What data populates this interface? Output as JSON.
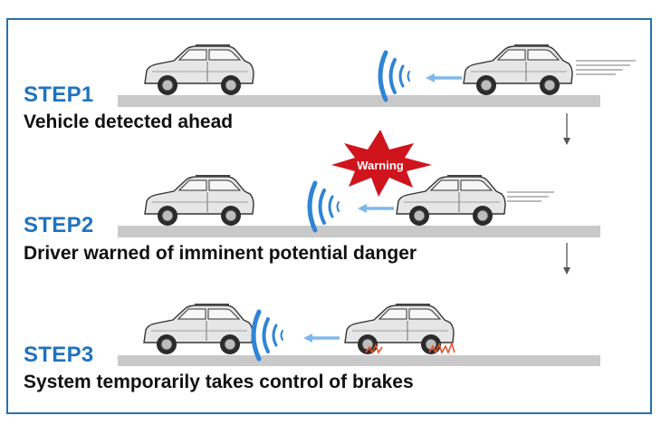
{
  "steps": [
    {
      "label": "STEP1",
      "description": "Vehicle detected ahead"
    },
    {
      "label": "STEP2",
      "description": "Driver warned of imminent potential danger"
    },
    {
      "label": "STEP3",
      "description": "System temporarily takes control of brakes"
    }
  ],
  "warning_text": "Warning",
  "icons": [
    "car-icon",
    "radar-wave-icon",
    "arrow-left-icon",
    "arrow-down-icon",
    "warning-burst-icon",
    "speed-lines-icon",
    "brake-sparks-icon"
  ],
  "colors": {
    "frame": "#2a6fad",
    "step_label": "#1f73c0",
    "text": "#111111",
    "road": "#c9c9c9",
    "car_body": "#e6e6e6",
    "radar": "#2f84d6",
    "warning_fill": "#d0141c",
    "brake_sparks": "#e2522a"
  }
}
